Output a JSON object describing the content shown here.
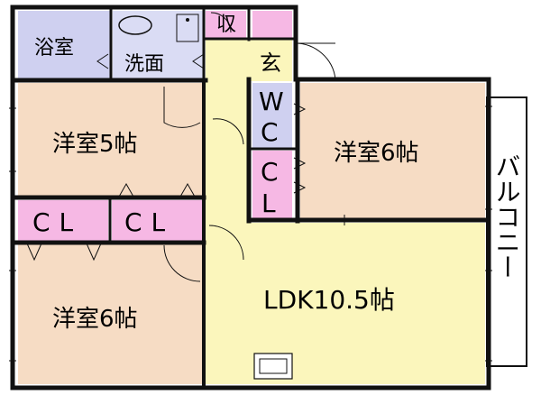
{
  "colors": {
    "bath": "#cfd0f0",
    "washroom": "#dadcf4",
    "storage": "#f6b8e4",
    "entrance": "#fbf6bc",
    "hall": "#fbf6bc",
    "wc": "#cfd0f0",
    "closet": "#f6b8e4",
    "western": "#f6dcc4",
    "ldk": "#fbf6bc",
    "balcony": "#ffffff",
    "wall": "#111111"
  },
  "rooms": {
    "bath": "浴室",
    "washroom": "洗面",
    "storage": "収",
    "entrance": "玄",
    "western_top_left": "洋室5帖",
    "wc_1": "W",
    "wc_2": "C",
    "closet_right_1": "C",
    "closet_right_2": "L",
    "western_right": "洋室6帖",
    "closet_a": "CL",
    "closet_b": "CL",
    "western_bottom_left": "洋室6帖",
    "ldk": "LDK10.5帖",
    "balcony": "バルコニー"
  }
}
